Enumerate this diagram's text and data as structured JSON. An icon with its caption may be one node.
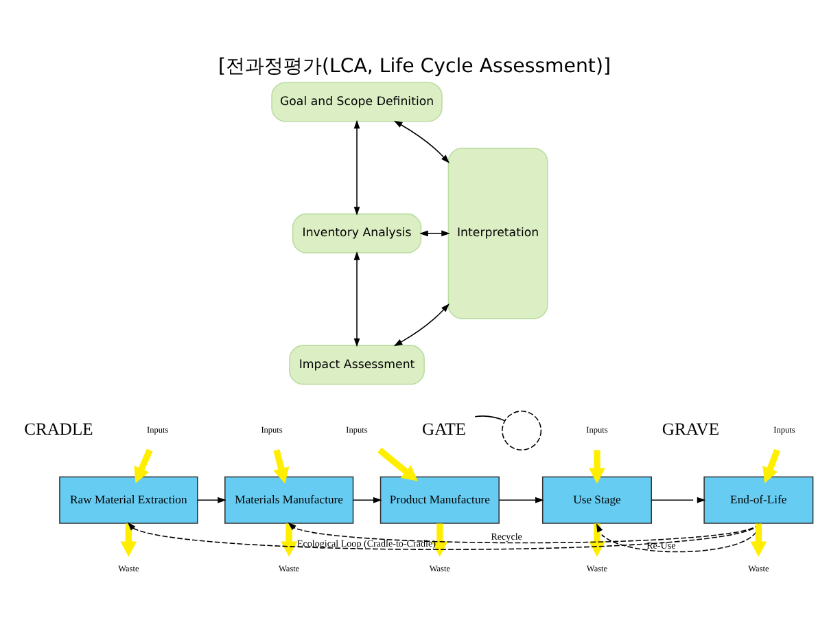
{
  "diagram": {
    "title": "[전과정평가(LCA, Life Cycle Assessment)]",
    "nodes": [
      {
        "text": [
          "Goal and Scope Definition"
        ]
      },
      {
        "text": [
          "Inventory Analysis"
        ]
      },
      {
        "text": [
          "Impact Assessment"
        ]
      },
      {
        "text": [
          "Interpretation"
        ]
      },
      {
        "text": [
          "Raw Material Extraction"
        ]
      },
      {
        "text": [
          "Materials Manufacture"
        ]
      },
      {
        "text": [
          "Product Manufacture"
        ]
      },
      {
        "text": [
          "Use Stage"
        ]
      },
      {
        "text": [
          "End-of-Life"
        ]
      },
      {
        "text": [
          "Inputs"
        ]
      },
      {
        "text": [
          "Inputs"
        ]
      },
      {
        "text": [
          "Inputs"
        ]
      },
      {
        "text": [
          "Inputs"
        ]
      },
      {
        "text": [
          "Inputs"
        ]
      },
      {
        "text": [
          "Waste"
        ]
      },
      {
        "text": [
          "Waste"
        ]
      },
      {
        "text": [
          "Waste"
        ]
      },
      {
        "text": [
          "Waste"
        ]
      },
      {
        "text": [
          "Waste"
        ]
      },
      {
        "text": [
          "GATE"
        ]
      },
      {
        "text": [],
        "shape": "circle"
      }
    ],
    "edges": [
      {
        "from": 0,
        "to": 3,
        "arrow": "both"
      },
      {
        "from": 0,
        "to": 1,
        "arrow": "both"
      },
      {
        "from": 1,
        "to": 3,
        "arrow": "both"
      },
      {
        "from": 1,
        "to": 2,
        "arrow": "both"
      },
      {
        "from": 2,
        "to": 3,
        "arrow": "both"
      },
      {
        "from": 4,
        "to": 5,
        "arrow": "to"
      },
      {
        "from": 5,
        "to": 6,
        "arrow": "to"
      },
      {
        "from": 6,
        "to": 7,
        "arrow": "to"
      },
      {
        "from": 7,
        "to": 8,
        "arrow": "to"
      },
      {
        "from": 9,
        "to": 4,
        "arrow": "to",
        "style": "thick",
        "color": "#ffee00"
      },
      {
        "from": 10,
        "to": 5,
        "arrow": "to",
        "style": "thick",
        "color": "#ffee00"
      },
      {
        "from": 11,
        "to": 6,
        "arrow": "to",
        "style": "thick",
        "color": "#ffee00"
      },
      {
        "from": 12,
        "to": 7,
        "arrow": "to",
        "style": "thick",
        "color": "#ffee00"
      },
      {
        "from": 13,
        "to": 8,
        "arrow": "to",
        "style": "thick",
        "color": "#ffee00"
      },
      {
        "from": 4,
        "to": 14,
        "arrow": "to",
        "style": "thick",
        "color": "#ffee00"
      },
      {
        "from": 5,
        "to": 15,
        "arrow": "to",
        "style": "thick",
        "color": "#ffee00"
      },
      {
        "from": 6,
        "to": 16,
        "arrow": "to",
        "style": "thick",
        "color": "#ffee00"
      },
      {
        "from": 7,
        "to": 17,
        "arrow": "to",
        "style": "thick",
        "color": "#ffee00"
      },
      {
        "from": 8,
        "to": 18,
        "arrow": "to",
        "style": "thick",
        "color": "#ffee00"
      },
      {
        "from": 8,
        "to": 7,
        "arrow": "to",
        "style": "dashed",
        "label": "Re-Use"
      },
      {
        "from": 8,
        "to": 5,
        "arrow": "to",
        "style": "dashed",
        "label": "Recycle"
      },
      {
        "from": 8,
        "to": 4,
        "arrow": "to",
        "style": "dashed",
        "label": "Ecological Loop (Cradle-to-Cradle)"
      },
      {
        "from": 19,
        "to": 20,
        "arrow": "none"
      }
    ],
    "labels": [
      "CRADLE",
      "GRAVE"
    ]
  }
}
